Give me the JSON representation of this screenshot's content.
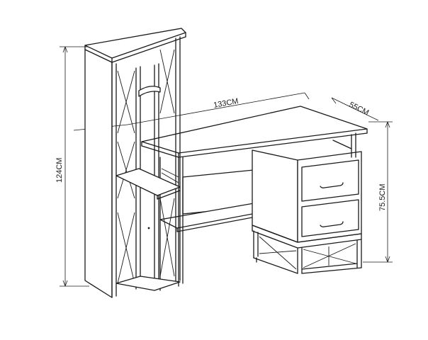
{
  "diagram": {
    "dimensions": {
      "width": "133CM",
      "depth": "55CM",
      "tower_height": "124CM",
      "desk_height": "75.5CM"
    }
  }
}
